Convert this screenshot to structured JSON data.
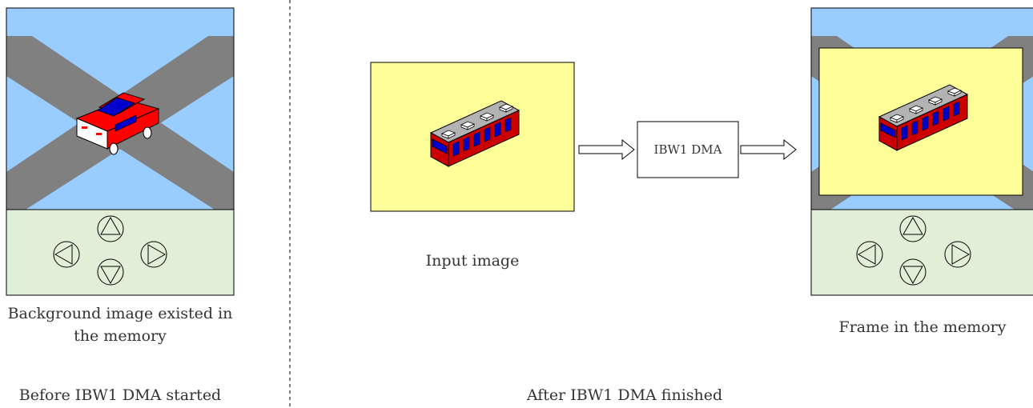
{
  "left_panel": {
    "caption": "Background image existed in the memory",
    "section_title": "Before IBW1 DMA started"
  },
  "input_panel": {
    "caption": "Input image"
  },
  "dma_box": {
    "label": "IBW1 DMA"
  },
  "right_panel": {
    "caption": "Frame in the memory",
    "section_title": "After IBW1 DMA finished"
  },
  "colors": {
    "sky": "#99ccff",
    "road": "#808080",
    "control_pad": "#e0f0d8",
    "overlay_yellow": "#ffff99",
    "bus_red": "#cc0000",
    "car_red": "#ff0000",
    "window_blue": "#0000cc"
  },
  "icons": [
    "car-icon",
    "bus-icon",
    "up-arrow-icon",
    "down-arrow-icon",
    "left-arrow-icon",
    "right-arrow-icon"
  ]
}
